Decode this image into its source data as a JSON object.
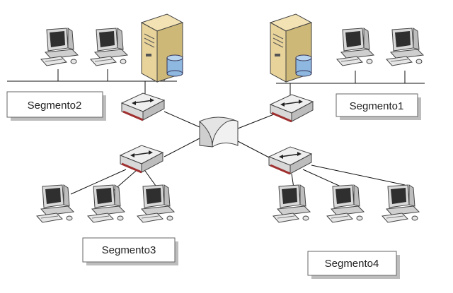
{
  "segments": [
    {
      "label": "Segmento2"
    },
    {
      "label": "Segmento1"
    },
    {
      "label": "Segmento3"
    },
    {
      "label": "Segmento4"
    }
  ],
  "devices": {
    "workstation_icon": "desktop-computer-icon",
    "server_icon": "server-icon",
    "switch_icon": "switch-icon",
    "router_icon": "router-icon"
  },
  "colors": {
    "server_body": "#e8d39a",
    "database": "#8fb8e0",
    "switch_red": "#a03030",
    "line": "#111111",
    "label_shadow": "#bdbdbd"
  }
}
